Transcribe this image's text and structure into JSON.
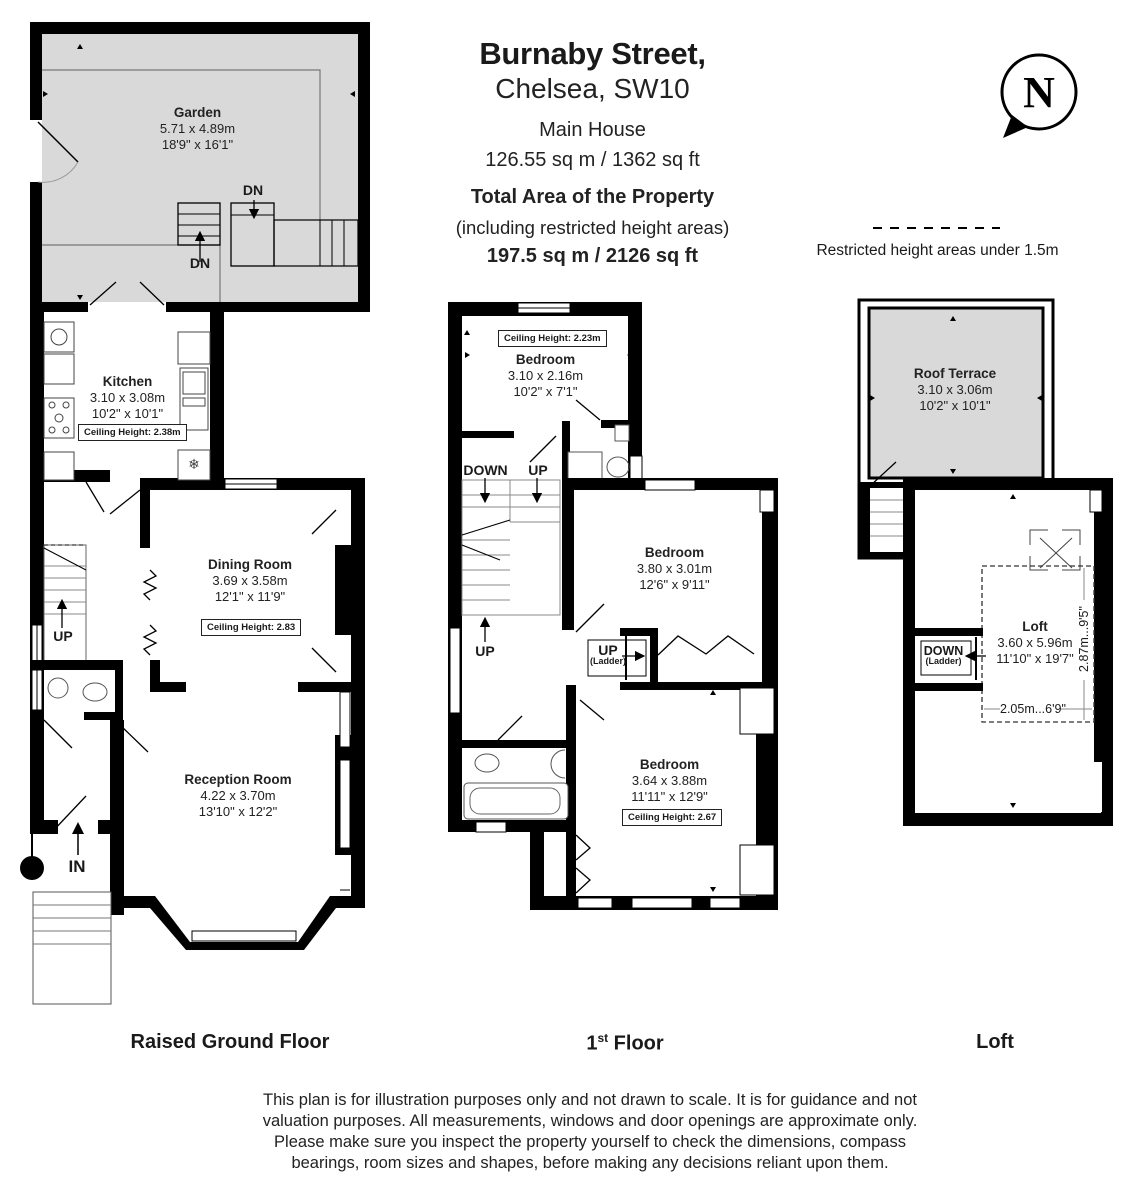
{
  "header": {
    "street": "Burnaby Street,",
    "area": "Chelsea, SW10",
    "main_house_label": "Main House",
    "main_house_area": "126.55 sq m / 1362 sq ft",
    "total_label": "Total Area of the Property",
    "total_note": "(including restricted height areas)",
    "total_area": "197.5 sq m / 2126 sq ft"
  },
  "compass": {
    "letter": "N",
    "icon": "north-compass-icon"
  },
  "legend": {
    "text": "Restricted height areas under 1.5m",
    "symbol": "dashed-line"
  },
  "colors": {
    "wall": "#000000",
    "outdoor_fill": "#d9d9d9",
    "indoor_fill": "#ffffff",
    "text": "#1a1a1a"
  },
  "floors": [
    {
      "label": "Raised Ground Floor",
      "rooms": [
        {
          "name": "Garden",
          "metric": "5.71 x 4.89m",
          "imperial": "18'9\" x 16'1\""
        },
        {
          "name": "Kitchen",
          "metric": "3.10 x 3.08m",
          "imperial": "10'2\" x 10'1\"",
          "ceiling": "Ceiling Height: 2.38m"
        },
        {
          "name": "Dining Room",
          "metric": "3.69 x 3.58m",
          "imperial": "12'1\" x 11'9\"",
          "ceiling": "Ceiling Height: 2.83"
        },
        {
          "name": "Reception Room",
          "metric": "4.22 x 3.70m",
          "imperial": "13'10\" x 12'2\""
        }
      ],
      "markers": {
        "dn1": "DN",
        "dn2": "DN",
        "up": "UP",
        "in": "IN"
      }
    },
    {
      "label_main": "1",
      "label_sup": "st",
      "label_rest": " Floor",
      "rooms": [
        {
          "name": "Bedroom",
          "metric": "3.10 x 2.16m",
          "imperial": "10'2\" x 7'1\"",
          "ceiling": "Ceiling Height: 2.23m"
        },
        {
          "name": "Bedroom",
          "metric": "3.80 x 3.01m",
          "imperial": "12'6\" x 9'11\""
        },
        {
          "name": "Bedroom",
          "metric": "3.64 x 3.88m",
          "imperial": "11'11\" x 12'9\"",
          "ceiling": "Ceiling Height: 2.67"
        }
      ],
      "markers": {
        "down": "DOWN",
        "up_top": "UP",
        "up": "UP",
        "ladder_up": "UP",
        "ladder_note": "(Ladder)"
      }
    },
    {
      "label": "Loft",
      "rooms": [
        {
          "name": "Roof Terrace",
          "metric": "3.10 x 3.06m",
          "imperial": "10'2\" x 10'1\""
        },
        {
          "name": "Loft",
          "metric": "3.60 x 5.96m",
          "imperial": "11'10\" x 19'7\""
        }
      ],
      "markers": {
        "ladder_down": "DOWN",
        "ladder_note": "(Ladder)",
        "dim_width": "2.05m...6'9\"",
        "dim_height": "2.87m...9'5\""
      }
    }
  ],
  "disclaimer": [
    "This plan is for illustration purposes only and not drawn to scale. It is for guidance and not",
    "valuation purposes. All measurements, windows and door openings are approximate only.",
    "Please make sure you inspect the property yourself to check the dimensions, compass",
    "bearings, room sizes and shapes, before making any decisions reliant upon them."
  ]
}
